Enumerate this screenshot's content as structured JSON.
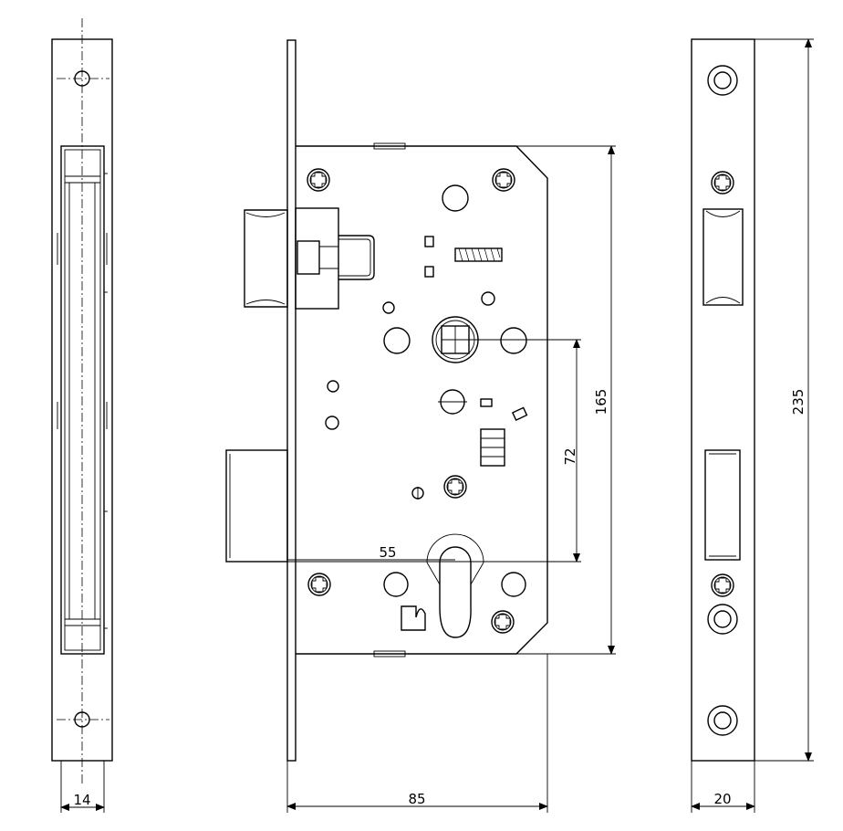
{
  "dimensions": {
    "side_width": "14",
    "body_width": "85",
    "backset": "55",
    "center_distance": "72",
    "body_height": "165",
    "faceplate_width": "20",
    "faceplate_height": "235"
  }
}
